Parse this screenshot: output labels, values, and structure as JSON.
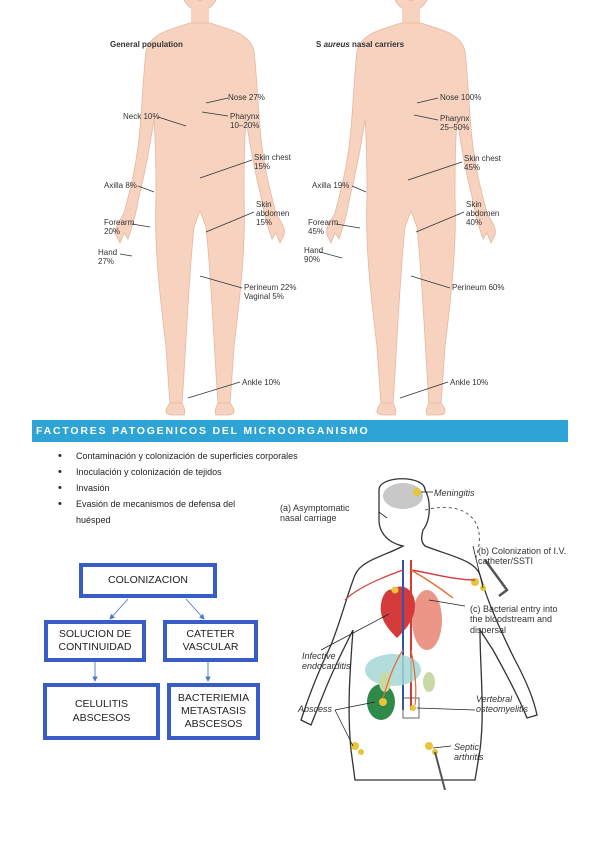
{
  "figure_top": {
    "left_title": "General population",
    "right_title_pre": "S",
    "right_title_italic": " aureus",
    "right_title_post": " nasal carriers",
    "left_labels": {
      "nose": "Nose 27%",
      "neck": "Neck 10%",
      "pharynx": "Pharynx\n10–20%",
      "skin_chest": "Skin chest\n15%",
      "axilla": "Axilla 8%",
      "skin_abdomen": "Skin\nabdomen\n15%",
      "forearm": "Forearm\n20%",
      "hand": "Hand\n27%",
      "perineum": "Perineum 22%\nVaginal 5%",
      "ankle": "Ankle 10%"
    },
    "right_labels": {
      "nose": "Nose 100%",
      "pharynx": "Pharynx\n25–50%",
      "skin_chest": "Skin chest\n45%",
      "axilla": "Axilla 19%",
      "skin_abdomen": "Skin\nabdomen\n40%",
      "forearm": "Forearm\n45%",
      "hand": "Hand\n90%",
      "perineum": "Perineum 60%",
      "ankle": "Ankle 10%"
    }
  },
  "section": {
    "heading": "FACTORES PATOGENICOS DEL MICROORGANISMO",
    "bullets": [
      "Contaminación y colonización de superficies corporales",
      "Inoculación y colonización de tejidos",
      "Invasión",
      "Evasión de mecanismos de defensa del\nhuésped"
    ]
  },
  "flowchart": {
    "root": "COLONIZACION",
    "left_mid": "SOLUCION DE\nCONTINUIDAD",
    "right_mid": "CATETER\nVASCULAR",
    "left_leaf": "CELULITIS\nABSCESOS",
    "right_leaf": "BACTERIEMIA\nMETASTASIS\nABSCESOS"
  },
  "illustration": {
    "a": "(a) Asymptomatic\nnasal carriage",
    "meningitis": "Meningitis",
    "b": "(b) Colonization of I.V.\ncatheter/SSTI",
    "c": "(c) Bacterial entry into\nthe bloodstream and\ndispersal",
    "endocarditis": "Infective\nendocarditis",
    "abscess": "Abscess",
    "osteomyelitis": "Vertebral\nosteomyelitis",
    "arthritis": "Septic\narthritis"
  },
  "colors": {
    "skin": "#f6d2bf",
    "banner": "#2ea3d6",
    "box_border": "#3a5cc7"
  }
}
